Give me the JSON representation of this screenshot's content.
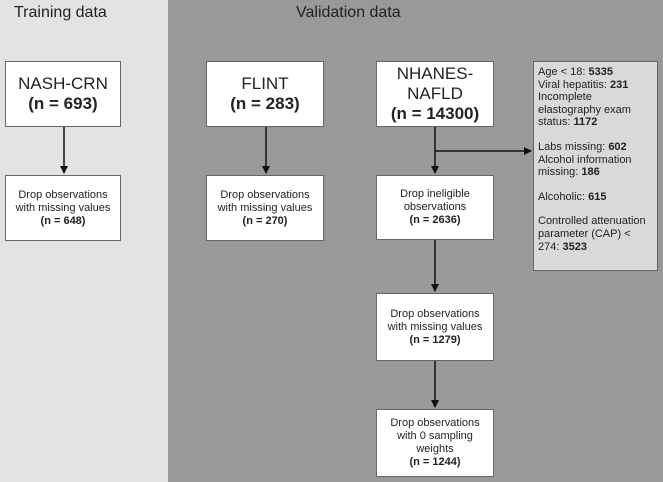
{
  "panels": {
    "training_title": "Training data",
    "validation_title": "Validation data"
  },
  "training": {
    "source": {
      "name": "NASH-CRN",
      "n": "(n = 693)"
    },
    "step": {
      "text": "Drop observations with missing values",
      "n": "(n = 648)"
    }
  },
  "flint": {
    "source": {
      "name": "FLINT",
      "n": "(n = 283)"
    },
    "step": {
      "text": "Drop observations with missing values",
      "n": "(n = 270)"
    }
  },
  "nhanes": {
    "source": {
      "name_line1": "NHANES-",
      "name_line2": "NAFLD",
      "n": "(n = 14300)"
    },
    "steps": [
      {
        "text": "Drop ineligible observations",
        "n": "(n = 2636)"
      },
      {
        "text": "Drop observations with missing values",
        "n": "(n = 1279)"
      },
      {
        "text_line1": "Drop observations",
        "text_line2": "with 0 sampling",
        "text_line3": "weights",
        "n": "(n = 1244)"
      }
    ],
    "exclusions": [
      {
        "label": "Age < 18: ",
        "value": "5335"
      },
      {
        "label": "Viral hepatitis: ",
        "value": "231"
      },
      {
        "label": "Incomplete elastography exam status: ",
        "value": "1172"
      },
      {
        "label": "Labs missing: ",
        "value": "602"
      },
      {
        "label": "Alcohol information missing: ",
        "value": "186"
      },
      {
        "label": "Alcoholic: ",
        "value": "615"
      },
      {
        "label": "Controlled attenuation parameter (CAP) < 274: ",
        "value": "3523"
      }
    ]
  },
  "colors": {
    "training_bg": "#e3e3e3",
    "validation_bg": "#999999",
    "exclusion_bg": "#d9d9d9",
    "box_bg": "#ffffff"
  }
}
